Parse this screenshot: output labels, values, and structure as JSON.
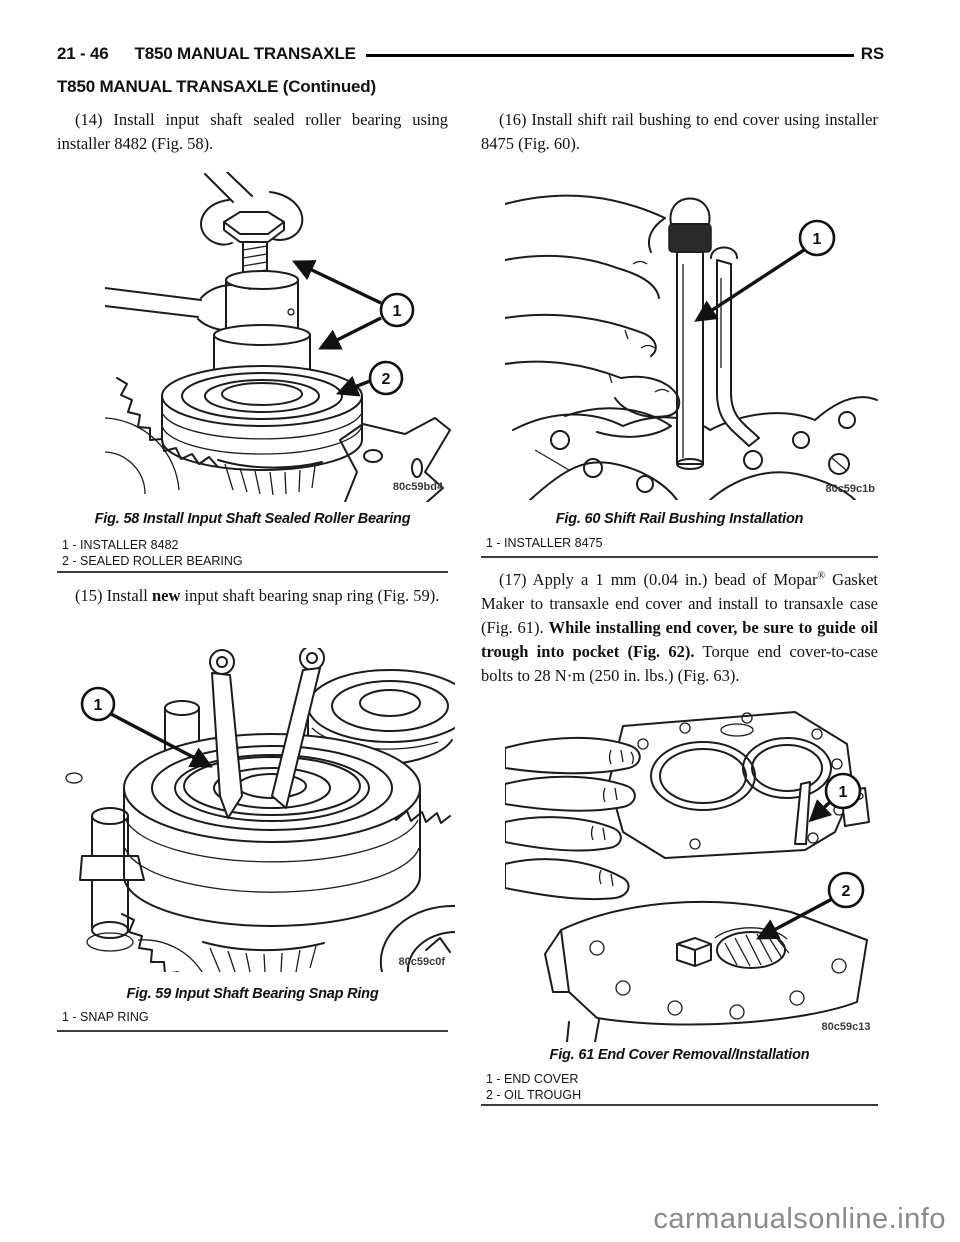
{
  "header": {
    "page_number": "21 - 46",
    "section_title": "T850 MANUAL TRANSAXLE",
    "manual_code": "RS",
    "continued_title": "T850 MANUAL TRANSAXLE (Continued)"
  },
  "steps": {
    "s14": [
      {
        "t": "(14) Install input shaft sealed roller bearing using installer 8482 (Fig. 58)."
      }
    ],
    "s15": [
      {
        "t": "(15) Install "
      },
      {
        "t": "new",
        "b": 1
      },
      {
        "t": " input shaft bearing snap ring (Fig. 59)."
      }
    ],
    "s16": [
      {
        "t": "(16) Install shift rail bushing to end cover using installer 8475 (Fig. 60)."
      }
    ],
    "s17": [
      {
        "t": "(17) Apply a 1 mm (0.04 in.) bead of Mopar"
      },
      {
        "t": "®",
        "sup": 1
      },
      {
        "t": " Gasket Maker to transaxle end cover and install to transaxle case (Fig. 61). "
      },
      {
        "t": "While installing end cover, be sure to guide oil trough into pocket (Fig. 62).",
        "b": 1
      },
      {
        "t": " Torque end cover-to-case bolts to 28 N·m (250 in. lbs.) (Fig. 63)."
      }
    ]
  },
  "figures": {
    "fig58": {
      "caption": "Fig. 58 Install Input Shaft Sealed Roller Bearing",
      "code": "80c59bd4",
      "legend": [
        "1 - INSTALLER 8482",
        "2 - SEALED ROLLER BEARING"
      ],
      "callouts": [
        "1",
        "2"
      ]
    },
    "fig59": {
      "caption": "Fig. 59 Input Shaft Bearing Snap Ring",
      "code": "80c59c0f",
      "legend": [
        "1 - SNAP RING"
      ],
      "callouts": [
        "1"
      ]
    },
    "fig60": {
      "caption": "Fig. 60 Shift Rail Bushing Installation",
      "code": "80c59c1b",
      "legend": [
        "1 - INSTALLER 8475"
      ],
      "callouts": [
        "1"
      ]
    },
    "fig61": {
      "caption": "Fig. 61 End Cover Removal/Installation",
      "code": "80c59c13",
      "legend": [
        "1 - END COVER",
        "2 - OIL TROUGH"
      ],
      "callouts": [
        "1",
        "2"
      ]
    }
  },
  "watermark": "carmanualsonline.info",
  "colors": {
    "ink": "#111111",
    "rule": "#3c3c3c",
    "watermark_gray": "#8a8a8a"
  }
}
